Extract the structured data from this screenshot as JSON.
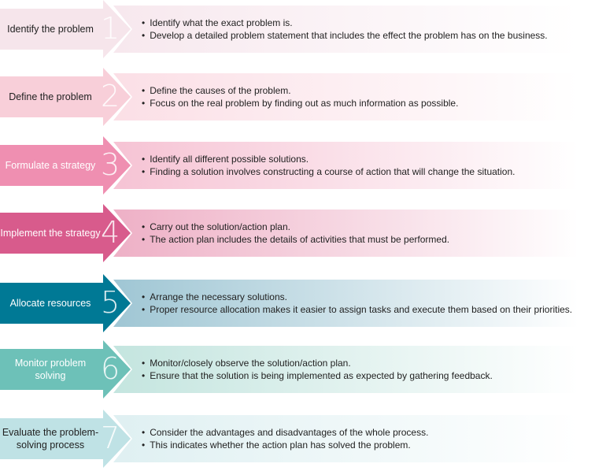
{
  "steps": [
    {
      "number": "1",
      "title": "Identify the problem",
      "color": "#f6e5eb",
      "band": "#f7e8ee",
      "text": "#222",
      "bullets": [
        "Identify what the exact problem is.",
        "Develop a detailed problem statement that includes the effect the problem has on the business."
      ]
    },
    {
      "number": "2",
      "title": "Define the problem",
      "color": "#f8cfd9",
      "band": "#fbdfe6",
      "text": "#222",
      "bullets": [
        "Define the causes of the problem.",
        "Focus on the real problem by finding out as much information as possible."
      ]
    },
    {
      "number": "3",
      "title": "Formulate a strategy",
      "color": "#ef8fb1",
      "band": "#f6c3d4",
      "text": "#fff",
      "bullets": [
        "Identify all different possible solutions.",
        "Finding a solution involves constructing a course of action that will change the situation."
      ]
    },
    {
      "number": "4",
      "title": "Implement the strategy",
      "color": "#d85b8c",
      "band": "#eeb0c6",
      "text": "#fff",
      "bullets": [
        "Carry out the solution/action plan.",
        "The action plan includes the details of activities that must be performed."
      ]
    },
    {
      "number": "5",
      "title": "Allocate resources",
      "color": "#007995",
      "band": "#9fc6d4",
      "text": "#fff",
      "bullets": [
        "Arrange the necessary solutions.",
        "Proper resource allocation makes it easier to assign tasks and execute them based on their priorities."
      ]
    },
    {
      "number": "6",
      "title": "Monitor problem solving",
      "color": "#6dc1b8",
      "band": "#c4e5df",
      "text": "#fff",
      "bullets": [
        "Monitor/closely observe the solution/action plan.",
        "Ensure that the solution is being implemented as expected by gathering feedback."
      ]
    },
    {
      "number": "7",
      "title": "Evaluate the problem-solving process",
      "color": "#bfe2e5",
      "band": "#dff0f2",
      "text": "#222",
      "bullets": [
        "Consider the advantages and disadvantages of the whole process.",
        "This indicates whether the action plan has solved the problem."
      ]
    }
  ]
}
